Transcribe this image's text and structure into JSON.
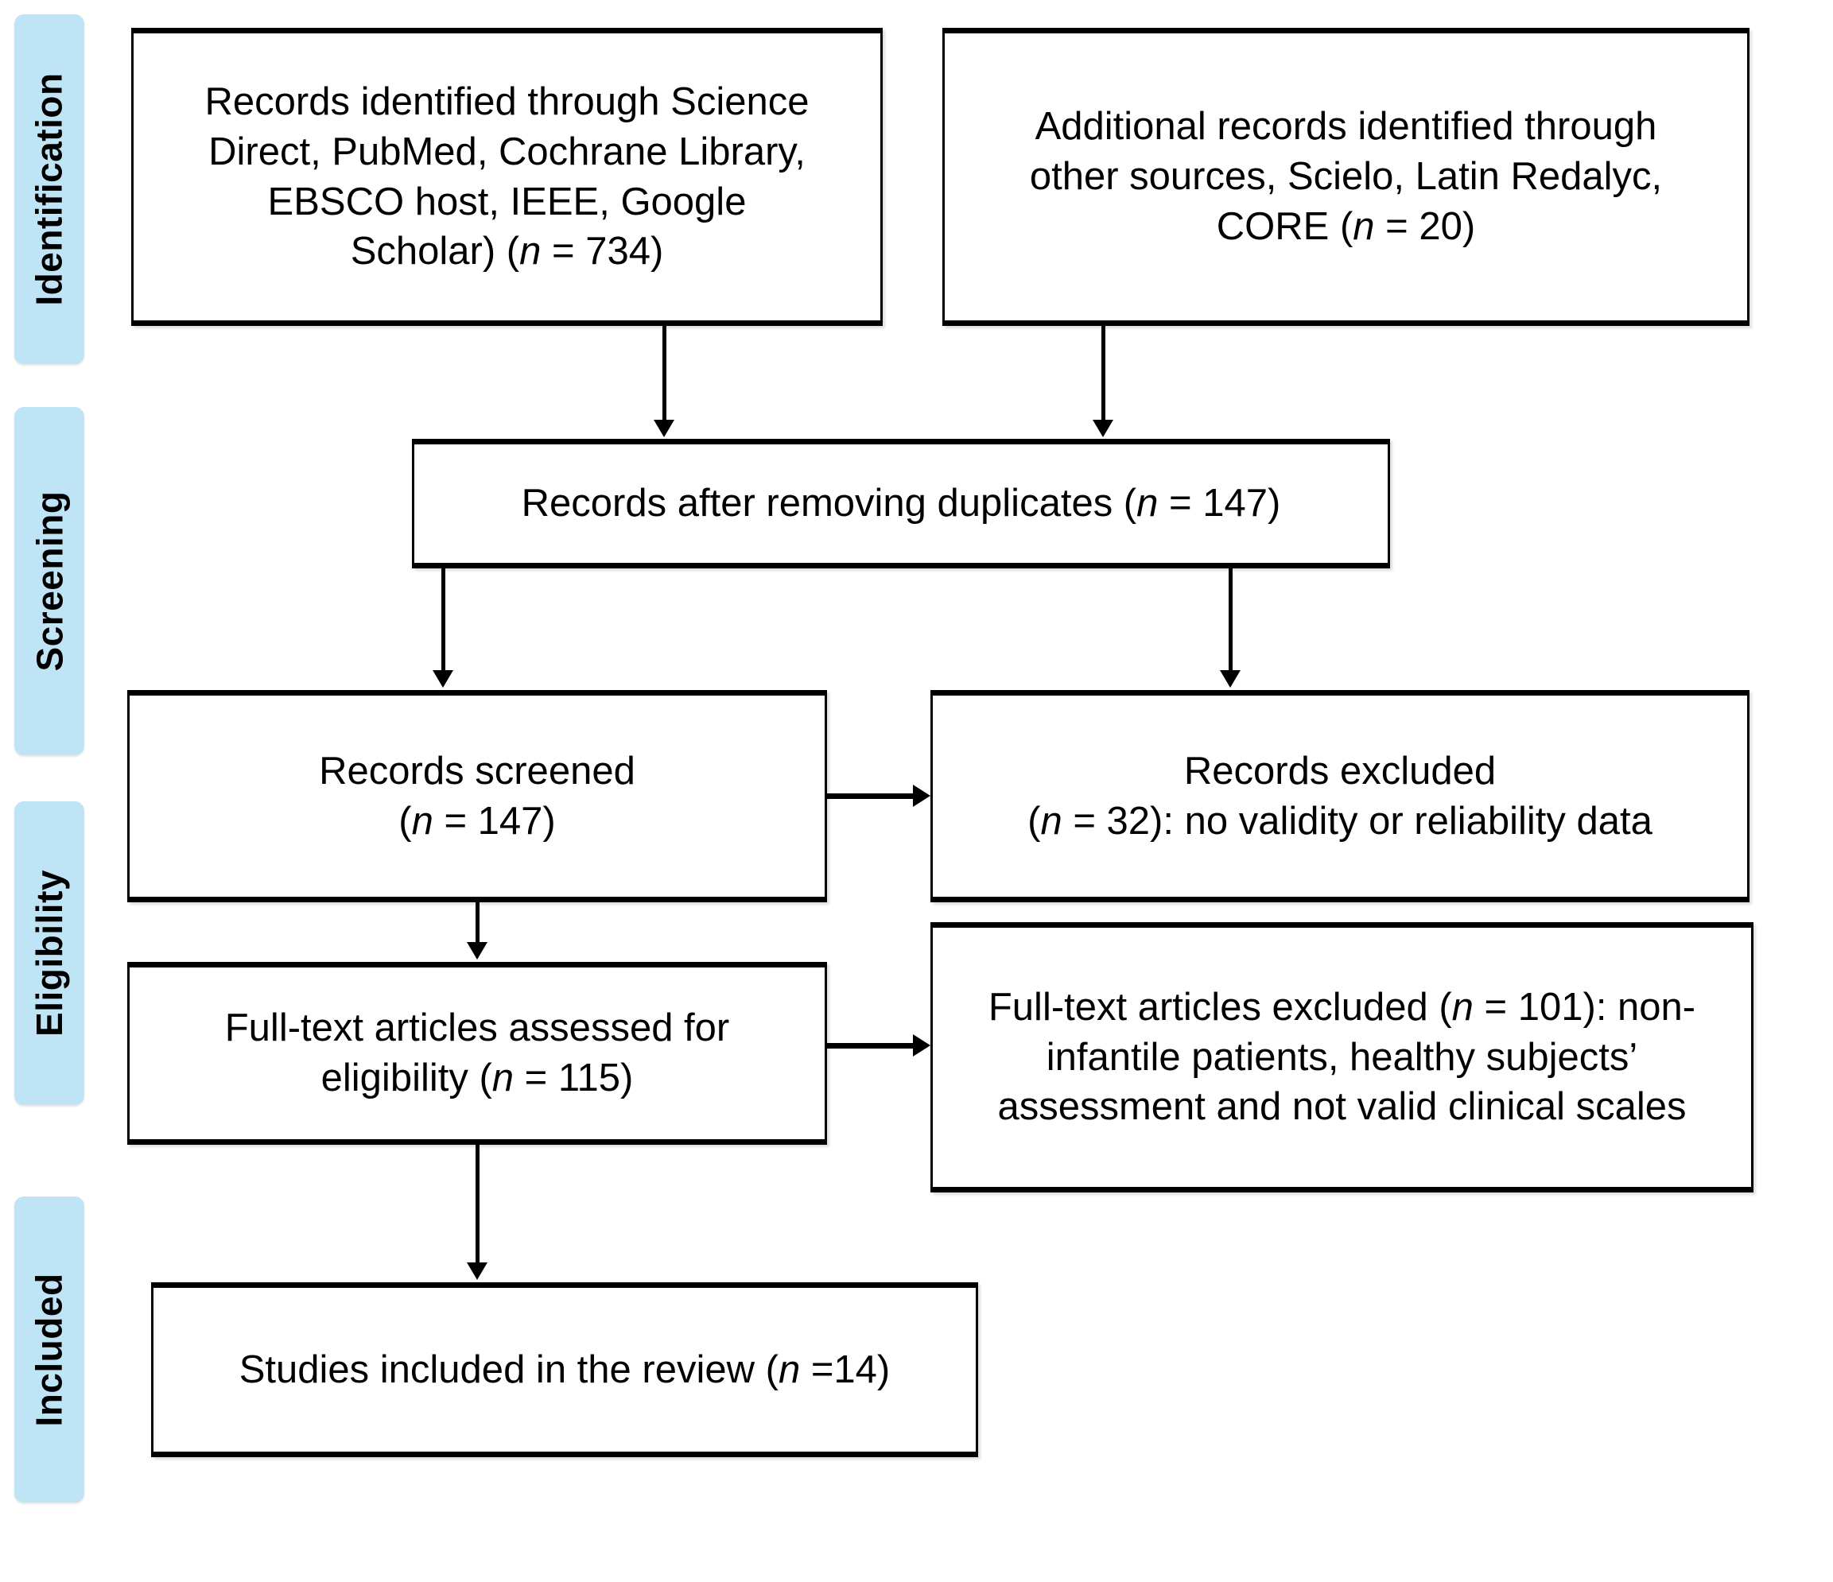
{
  "diagram": {
    "type": "prisma-flow-diagram",
    "title": "PRISMA flow diagram of study selection",
    "accent_color": "#bee4f6",
    "box_border_color": "#000000",
    "background_color": "#ffffff"
  },
  "stages": [
    {
      "id": "identification",
      "label": "Identification"
    },
    {
      "id": "screening",
      "label": "Screening"
    },
    {
      "id": "eligibility",
      "label": "Eligibility"
    },
    {
      "id": "included",
      "label": "Included"
    }
  ],
  "boxes": {
    "records_identified": {
      "line1": "Records identified through Science",
      "line2": "Direct, PubMed, Cochrane Library,",
      "line3": "EBSCO host, IEEE, Google",
      "line4_pre": "Scholar) (",
      "line4_n": "n",
      "line4_post": " = 734)",
      "count": 734
    },
    "additional_records": {
      "line1": "Additional records identified through",
      "line2": "other sources, Scielo, Latin Redalyc,",
      "line3_pre": "CORE (",
      "line3_n": "n",
      "line3_post": " = 20)",
      "count": 20
    },
    "after_duplicates": {
      "pre": "Records after removing duplicates (",
      "n": "n",
      "post": " = 147)",
      "count": 147
    },
    "records_screened": {
      "line1": "Records screened",
      "line2_pre": "(",
      "line2_n": "n",
      "line2_post": " = 147)",
      "count": 147
    },
    "records_excluded": {
      "line1": "Records excluded",
      "line2_pre": "(",
      "line2_n": "n",
      "line2_post": " = 32): no validity or reliability data",
      "count": 32,
      "reason": "no validity or reliability data"
    },
    "fulltext_assessed": {
      "line1": "Full-text articles assessed for",
      "line2_pre": "eligibility (",
      "line2_n": "n",
      "line2_post": " = 115)",
      "count": 115
    },
    "fulltext_excluded": {
      "line1_pre": "Full-text articles excluded (",
      "line1_n": "n",
      "line1_post": " = 101): non-",
      "line2": "infantile patients, healthy subjects’",
      "line3": "assessment and not valid clinical scales",
      "count": 101,
      "reason": "non-infantile patients, healthy subjects’ assessment and not valid clinical scales"
    },
    "studies_included": {
      "pre": "Studies included in the review (",
      "n": "n",
      "post": " =14)",
      "count": 14
    }
  }
}
